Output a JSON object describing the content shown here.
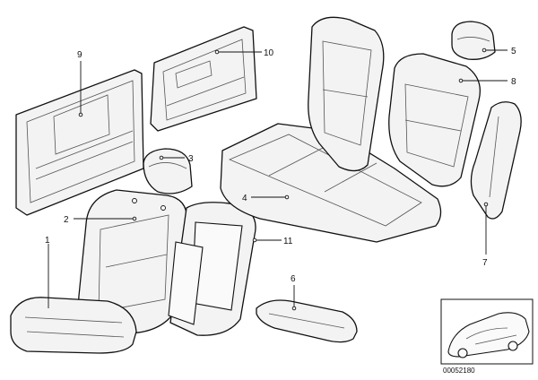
{
  "callouts": {
    "c1": "1",
    "c2": "2",
    "c3": "3",
    "c4": "4",
    "c5": "5",
    "c6": "6",
    "c7": "7",
    "c8": "8",
    "c9": "9",
    "c10": "10",
    "c11": "11"
  },
  "reference_code": "00052180"
}
